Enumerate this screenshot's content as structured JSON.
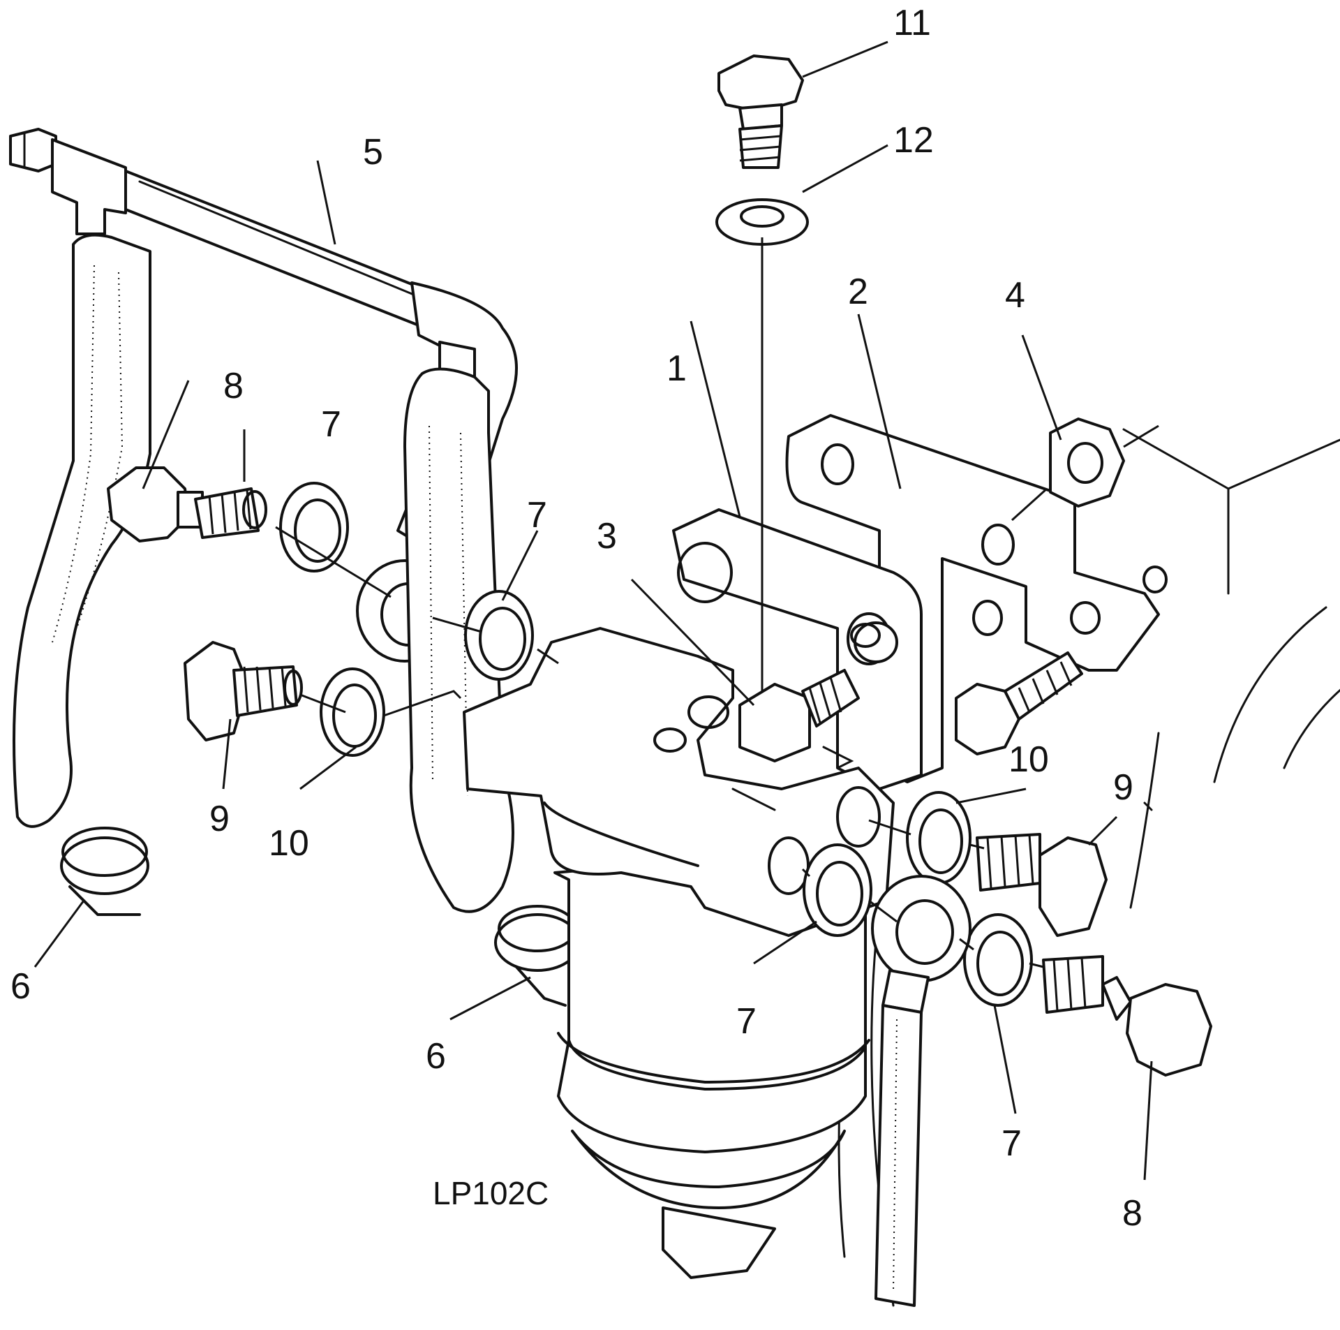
{
  "figure_ref": "LP102C",
  "callouts": [
    {
      "id": "c1",
      "text": "1"
    },
    {
      "id": "c2",
      "text": "2"
    },
    {
      "id": "c3",
      "text": "3"
    },
    {
      "id": "c4",
      "text": "4"
    },
    {
      "id": "c5",
      "text": "5"
    },
    {
      "id": "c6a",
      "text": "6"
    },
    {
      "id": "c6b",
      "text": "6"
    },
    {
      "id": "c7a",
      "text": "7"
    },
    {
      "id": "c7b",
      "text": "7"
    },
    {
      "id": "c7c",
      "text": "7"
    },
    {
      "id": "c7d",
      "text": "7"
    },
    {
      "id": "c8a",
      "text": "8"
    },
    {
      "id": "c8b",
      "text": "8"
    },
    {
      "id": "c9a",
      "text": "9"
    },
    {
      "id": "c9b",
      "text": "9"
    },
    {
      "id": "c10a",
      "text": "10"
    },
    {
      "id": "c10b",
      "text": "10"
    },
    {
      "id": "c11",
      "text": "11"
    },
    {
      "id": "c12",
      "text": "12"
    }
  ]
}
